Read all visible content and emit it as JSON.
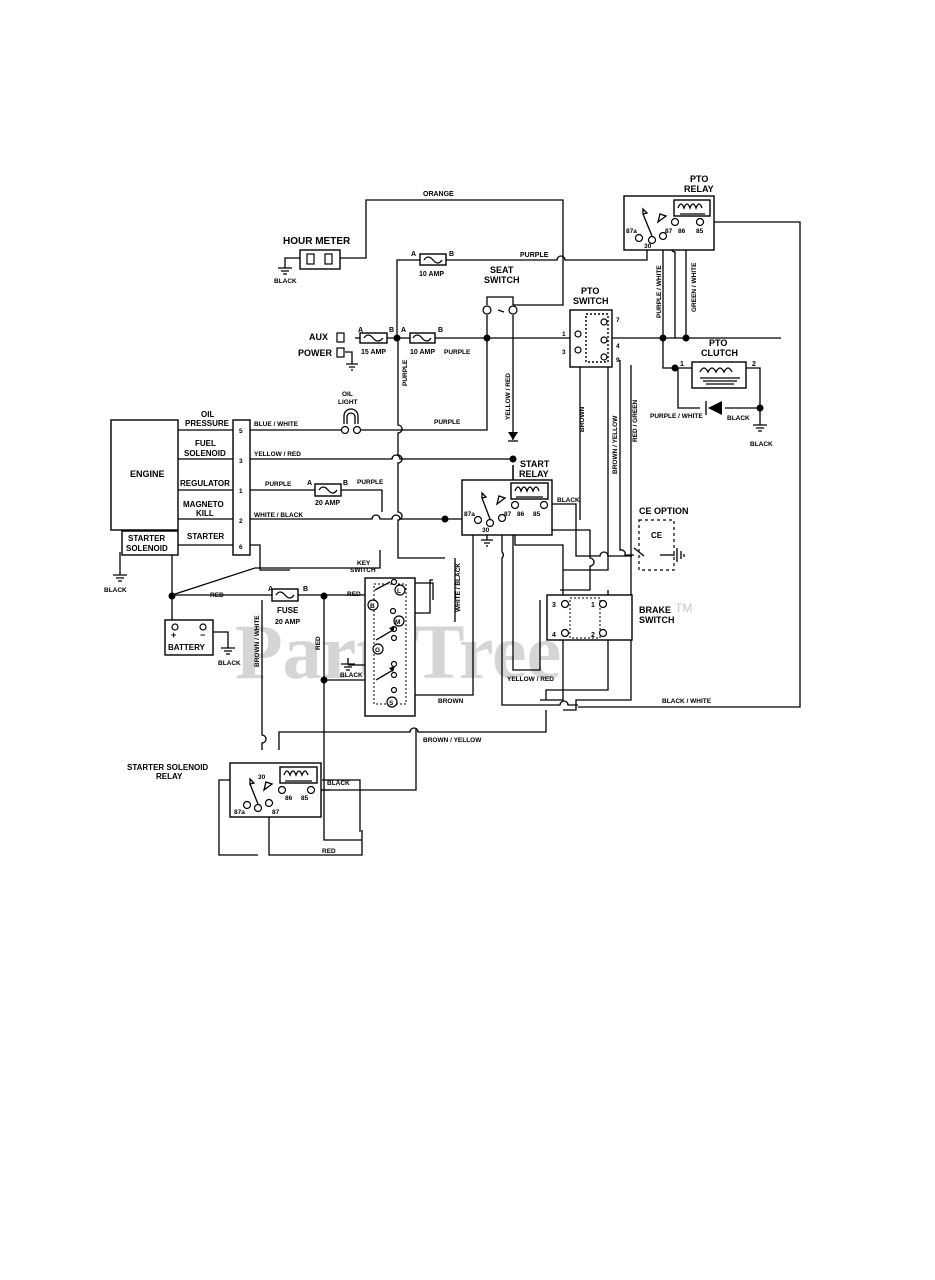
{
  "components": {
    "hour_meter": "HOUR METER",
    "pto_relay_1": "PTO",
    "pto_relay_2": "RELAY",
    "seat_switch_1": "SEAT",
    "seat_switch_2": "SWITCH",
    "pto_switch_1": "PTO",
    "pto_switch_2": "SWITCH",
    "pto_clutch_1": "PTO",
    "pto_clutch_2": "CLUTCH",
    "aux": "AUX",
    "power": "POWER",
    "oil_light_1": "OIL",
    "oil_light_2": "LIGHT",
    "engine": "ENGINE",
    "oil_pressure_1": "OIL",
    "oil_pressure_2": "PRESSURE",
    "fuel_solenoid_1": "FUEL",
    "fuel_solenoid_2": "SOLENOID",
    "regulator": "REGULATOR",
    "magneto_1": "MAGNETO",
    "magneto_2": "KILL",
    "starter": "STARTER",
    "starter_solenoid_1": "STARTER",
    "starter_solenoid_2": "SOLENOID",
    "start_relay_1": "START",
    "start_relay_2": "RELAY",
    "ce_option": "CE OPTION",
    "ce": "CE",
    "key_switch_1": "KEY",
    "key_switch_2": "SWITCH",
    "fuse": "FUSE",
    "battery": "BATTERY",
    "brake_switch_1": "BRAKE",
    "brake_switch_2": "SWITCH",
    "ssr_1": "STARTER SOLENOID",
    "ssr_2": "RELAY"
  },
  "fuses": {
    "f10a_top": "10 AMP",
    "f15a": "15 AMP",
    "f10a_mid": "10 AMP",
    "f20a_reg": "20 AMP",
    "f20a_main": "20 AMP"
  },
  "wires": {
    "orange": "ORANGE",
    "purple": "PURPLE",
    "black": "BLACK",
    "blue_white": "BLUE / WHITE",
    "yellow_red": "YELLOW / RED",
    "white_black": "WHITE / BLACK",
    "red": "RED",
    "brown": "BROWN",
    "brown_yellow": "BROWN / YELLOW",
    "brown_white": "BROWN / WHITE",
    "black_white": "BLACK / WHITE",
    "purple_white": "PURPLE / WHITE",
    "green_white": "GREEN / WHITE",
    "red_green": "RED / GREEN"
  },
  "terminals": {
    "a": "A",
    "b": "B",
    "t1": "1",
    "t2": "2",
    "t3": "3",
    "t4": "4",
    "t5": "5",
    "t6": "6",
    "t7": "7",
    "t9": "9",
    "r87a": "87a",
    "r30": "30",
    "r87": "87",
    "r86": "86",
    "r85": "85",
    "key_l": "L",
    "key_b": "B",
    "key_m": "M",
    "key_g": "G",
    "key_s": "S",
    "plus": "+",
    "minus": "−"
  },
  "watermark": "PartsTree",
  "watermark_tm": "TM"
}
